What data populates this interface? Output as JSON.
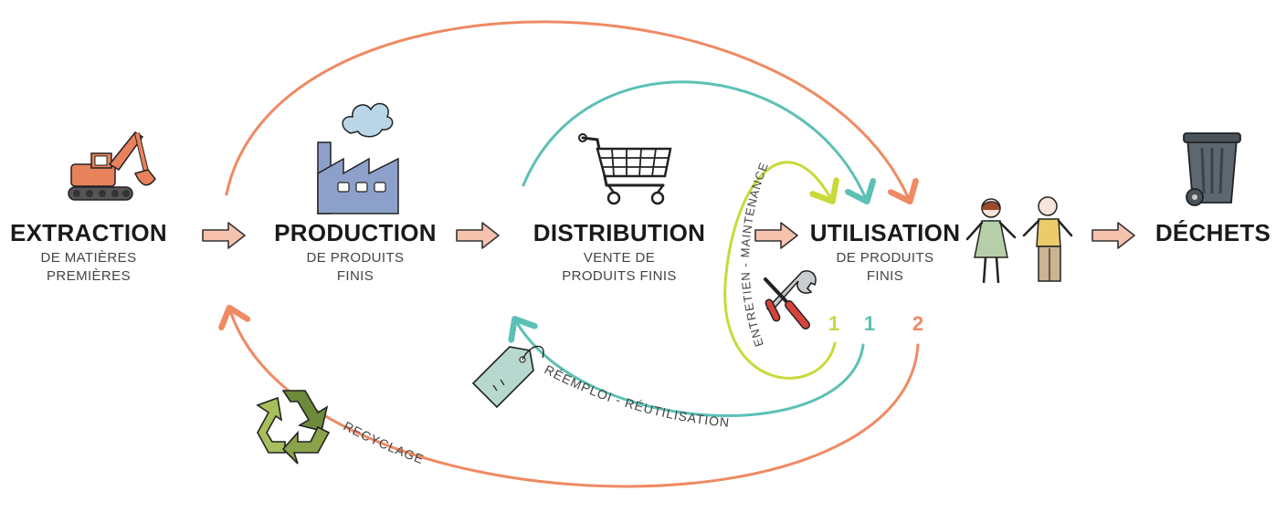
{
  "stages": [
    {
      "title": "EXTRACTION",
      "sub": [
        "DE MATIÈRES",
        "PREMIÈRES"
      ]
    },
    {
      "title": "PRODUCTION",
      "sub": [
        "DE PRODUITS",
        "FINIS"
      ]
    },
    {
      "title": "DISTRIBUTION",
      "sub": [
        "VENTE DE",
        "PRODUITS FINIS"
      ]
    },
    {
      "title": "UTILISATION",
      "sub": [
        "DE PRODUITS",
        "FINIS"
      ]
    },
    {
      "title": "DÉCHETS",
      "sub": []
    }
  ],
  "loops": {
    "maintenance": {
      "label": "ENTRETIEN - MAINTENANCE",
      "number": "1",
      "color": "#c9d93a"
    },
    "reuse": {
      "label": "RÉEMPLOI - RÉUTILISATION",
      "number": "1",
      "color": "#5cc0b5"
    },
    "recycling": {
      "label": "RECYCLAGE",
      "number": "2",
      "color": "#ef8a63"
    }
  },
  "colors": {
    "arrow_fill": "#f5c2ad",
    "arrow_stroke": "#333333",
    "excavator": "#e8825c",
    "factory": "#8da0c9",
    "smoke": "#b8d6e8",
    "tag": "#b7d8cf",
    "recycle_dark": "#6d8a3a",
    "recycle_light": "#a9be5c",
    "bin": "#5d6770"
  },
  "icons": [
    "excavator-icon",
    "factory-icon",
    "shopping-cart-icon",
    "tools-icon",
    "people-icon",
    "trash-bin-icon",
    "price-tag-icon",
    "recycle-icon"
  ]
}
